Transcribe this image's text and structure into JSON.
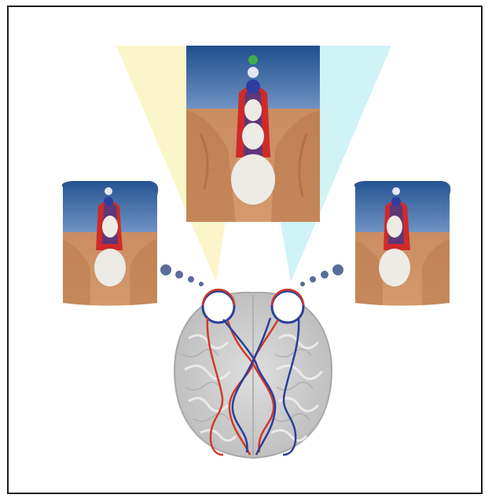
{
  "colors": {
    "sky_top": "#1f4f8f",
    "sky_bottom": "#6a8fbf",
    "ground": "#c98a5b",
    "ground_dark": "#b06d43",
    "left_eye_path": "#d03a2a",
    "right_eye_path": "#2a3f9a",
    "beam_left": "#fbf6c4",
    "beam_right": "#cdf3f6",
    "brain": "#d2d2d2",
    "egg": "#ecebe6",
    "border": "#1a1a1a"
  },
  "icons": {
    "left_view": "left-eye-view-image",
    "right_view": "right-eye-view-image",
    "fused_view": "fused-binocular-view-image",
    "brain": "brain-top-view-icon",
    "eyes": "eyeball-icon"
  }
}
